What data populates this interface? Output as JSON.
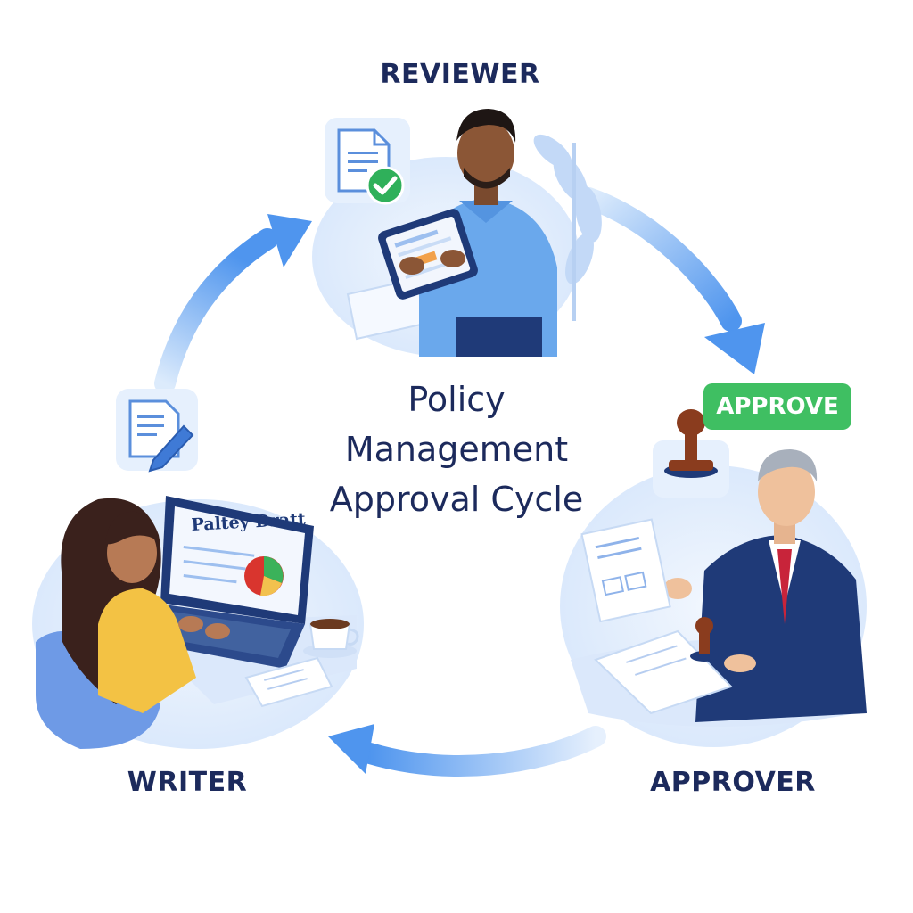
{
  "diagram": {
    "title_lines": [
      "Policy",
      "Management",
      "Approval Cycle"
    ],
    "roles": {
      "reviewer": "REVIEWER",
      "writer": "WRITER",
      "approver": "APPROVER"
    },
    "approve_badge": "APPROVE",
    "screen_text": "Paltey Dratt",
    "icons": {
      "reviewer": "document-check-icon",
      "writer": "document-edit-icon",
      "approver": "rubber-stamp-icon"
    }
  },
  "colors": {
    "label_navy": "#1c2a5c",
    "arrow_blue": "#5b9ff0",
    "arrow_blue_light": "#cfe3fb",
    "scene_bg": "#e3eefc",
    "approve_green": "#3fbf62",
    "check_green": "#2fb05a",
    "shirt_blue": "#6aa8ec",
    "suit_navy": "#1f3a78",
    "tie_red": "#c8243a",
    "sweater_yellow": "#f3c244",
    "stamp_brown": "#8a3c1e"
  }
}
